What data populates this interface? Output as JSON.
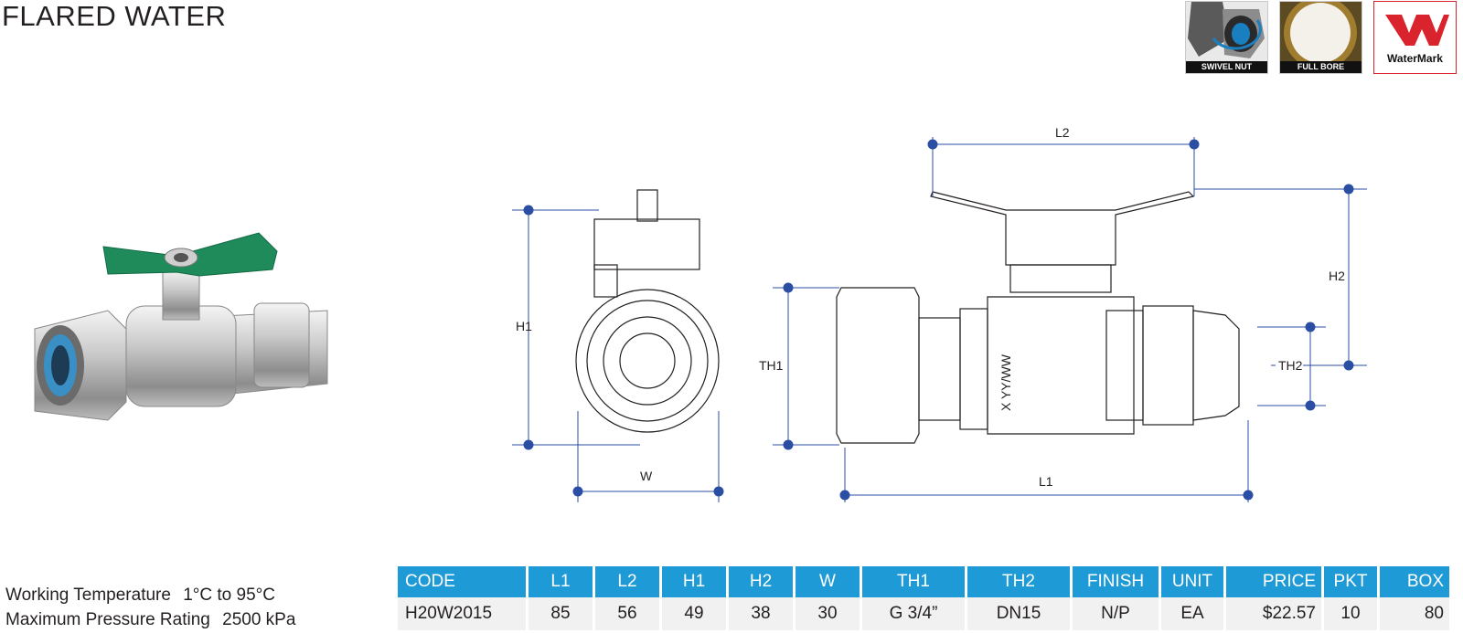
{
  "title": "FLARED WATER",
  "badges": [
    {
      "label": "SWIVEL NUT",
      "icon": "swivel-nut-icon"
    },
    {
      "label": "FULL BORE",
      "icon": "full-bore-icon"
    },
    {
      "label": "WaterMark",
      "icon": "watermark-logo"
    }
  ],
  "dimensions": {
    "l1": "L1",
    "l2": "L2",
    "h1": "H1",
    "h2": "H2",
    "w": "W",
    "th1": "TH1",
    "th2": "TH2"
  },
  "specs": {
    "temperature_label": "Working Temperature",
    "temperature_value": "1°C to 95°C",
    "pressure_label": "Maximum Pressure Rating",
    "pressure_value": "2500 kPa"
  },
  "table": {
    "headers": [
      "CODE",
      "L1",
      "L2",
      "H1",
      "H2",
      "W",
      "TH1",
      "TH2",
      "FINISH",
      "UNIT",
      "PRICE",
      "PKT",
      "BOX"
    ],
    "rows": [
      [
        "H20W2015",
        "85",
        "56",
        "49",
        "38",
        "30",
        "G 3/4”",
        "DN15",
        "N/P",
        "EA",
        "$22.57",
        "10",
        "80"
      ]
    ]
  },
  "colors": {
    "header_blue": "#1e9ad6",
    "dimension_dot": "#2a4ea3",
    "handle_green": "#1f8a5a",
    "watermark_red": "#d9232d"
  }
}
